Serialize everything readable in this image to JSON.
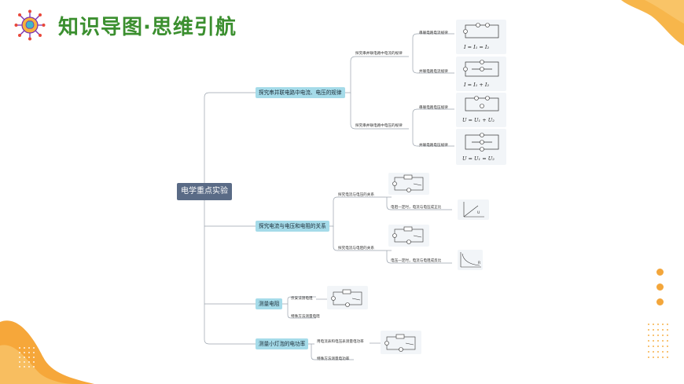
{
  "header": {
    "title": "知识导图·思维引航",
    "logo_icon": "brain-circuit-icon"
  },
  "colors": {
    "title": "#3b8f2f",
    "root": "#5a6b86",
    "branch": "#a5dbe9",
    "accent": "#f3a63b"
  },
  "mindmap": {
    "root": "电学重点实验",
    "branches": [
      {
        "label": "探究串并联电路中电流、电压的规律",
        "subs": [
          {
            "label": "探究串并联电路中电流的规律",
            "leaves": [
              {
                "label": "串联电路电流规律",
                "formula": "I = I₁ = I₂"
              },
              {
                "label": "并联电路电流规律",
                "formula": "I = I₁ + I₂"
              }
            ]
          },
          {
            "label": "探究串并联电路中电压的规律",
            "leaves": [
              {
                "label": "串联电路电压规律",
                "formula": "U = U₁ + U₂"
              },
              {
                "label": "并联电路电压规律",
                "formula": "U = U₁ = U₂"
              }
            ]
          }
        ]
      },
      {
        "label": "探究电流与电压和电阻的关系",
        "subs": [
          {
            "label": "探究电流与电压的关系",
            "leaf": "电阻一定时，电流与电压成正比",
            "graph_axis": "U"
          },
          {
            "label": "探究电流与电阻的关系",
            "leaf": "电压一定时，电流与电阻成反比",
            "graph_axis": "R"
          }
        ]
      },
      {
        "label": "测量电阻",
        "subs": [
          {
            "label": "伏安法测电阻"
          },
          {
            "label": "特殊方法测量电阻"
          }
        ]
      },
      {
        "label": "测量小灯泡的电功率",
        "subs": [
          {
            "label": "用电流表和电压表测量电功率"
          },
          {
            "label": "特殊方法测量电功率"
          }
        ]
      }
    ]
  }
}
